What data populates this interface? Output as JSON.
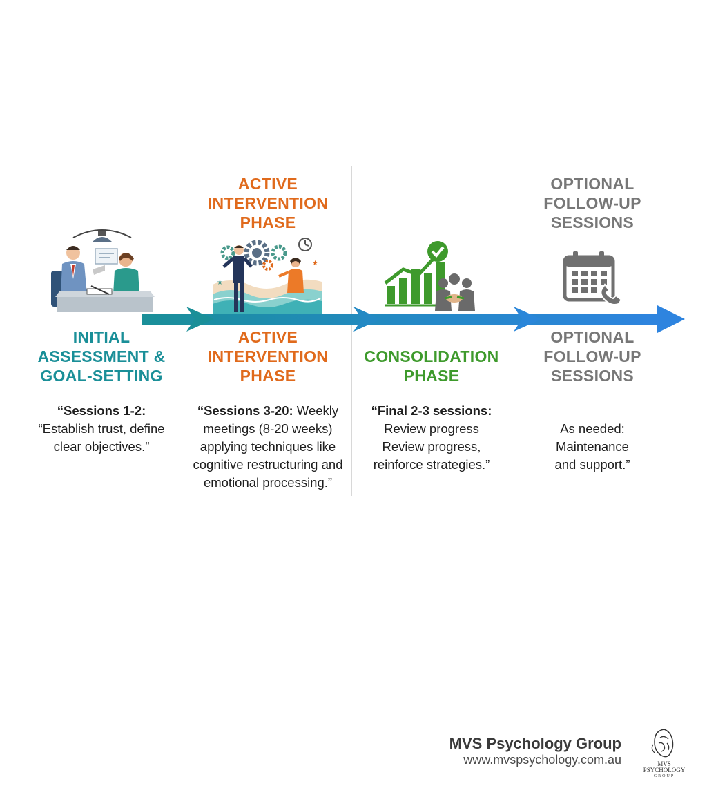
{
  "phases": [
    {
      "id": "initial",
      "title_lines": [
        "INITIAL",
        "ASSESSMENT &",
        "GOAL-SETTING"
      ],
      "desc_lines": [
        {
          "bold": "“Sessions 1-2:",
          "text": ""
        },
        {
          "bold": "",
          "text": "“Establish trust, define"
        },
        {
          "bold": "",
          "text": "clear objectives.”"
        }
      ],
      "color": "#1a8f98",
      "icon": "assessment-meeting-icon"
    },
    {
      "id": "active",
      "header_lines": [
        "ACTIVE",
        "INTERVENTION",
        "PHASE"
      ],
      "title_lines": [
        "ACTIVE",
        "INTERVENTION",
        "PHASE"
      ],
      "desc_lines": [
        {
          "bold": "“Sessions 3-20:",
          "text": " Weekly"
        },
        {
          "bold": "",
          "text": "meetings (8-20 weeks)"
        },
        {
          "bold": "",
          "text": "applying techniques like"
        },
        {
          "bold": "",
          "text": "cognitive restructuring and"
        },
        {
          "bold": "",
          "text": "emotional processing.”"
        }
      ],
      "color": "#e06a1c",
      "icon": "intervention-gears-icon"
    },
    {
      "id": "consolidation",
      "title_lines": [
        "CONSOLIDATION",
        "PHASE"
      ],
      "desc_lines": [
        {
          "bold": "“Final 2-3 sessions:",
          "text": ""
        },
        {
          "bold": "",
          "text": "Review progress"
        },
        {
          "bold": "",
          "text": "Review progress,"
        },
        {
          "bold": "",
          "text": "reinforce strategies.”"
        }
      ],
      "color": "#3e9a2c",
      "icon": "growth-chart-handshake-icon"
    },
    {
      "id": "followup",
      "header_lines": [
        "OPTIONAL",
        "FOLLOW-UP",
        "SESSIONS"
      ],
      "title_lines": [
        "OPTIONAL",
        "FOLLOW-UP",
        "SESSIONS"
      ],
      "desc_lines": [
        {
          "bold": "",
          "text": "As needed:"
        },
        {
          "bold": "",
          "text": "Maintenance"
        },
        {
          "bold": "",
          "text": "and support.”"
        }
      ],
      "color": "#777777",
      "icon": "calendar-phone-icon"
    }
  ],
  "footer": {
    "company": "MVS Psychology Group",
    "url": "www.mvspsychology.com.au",
    "logo_lines": [
      "MVS",
      "PSYCHOLOGY",
      "GROUP"
    ]
  },
  "colors": {
    "teal": "#1a8f98",
    "blue": "#2a86d9",
    "orange": "#e06a1c",
    "green": "#3e9a2c",
    "gray": "#777777"
  }
}
